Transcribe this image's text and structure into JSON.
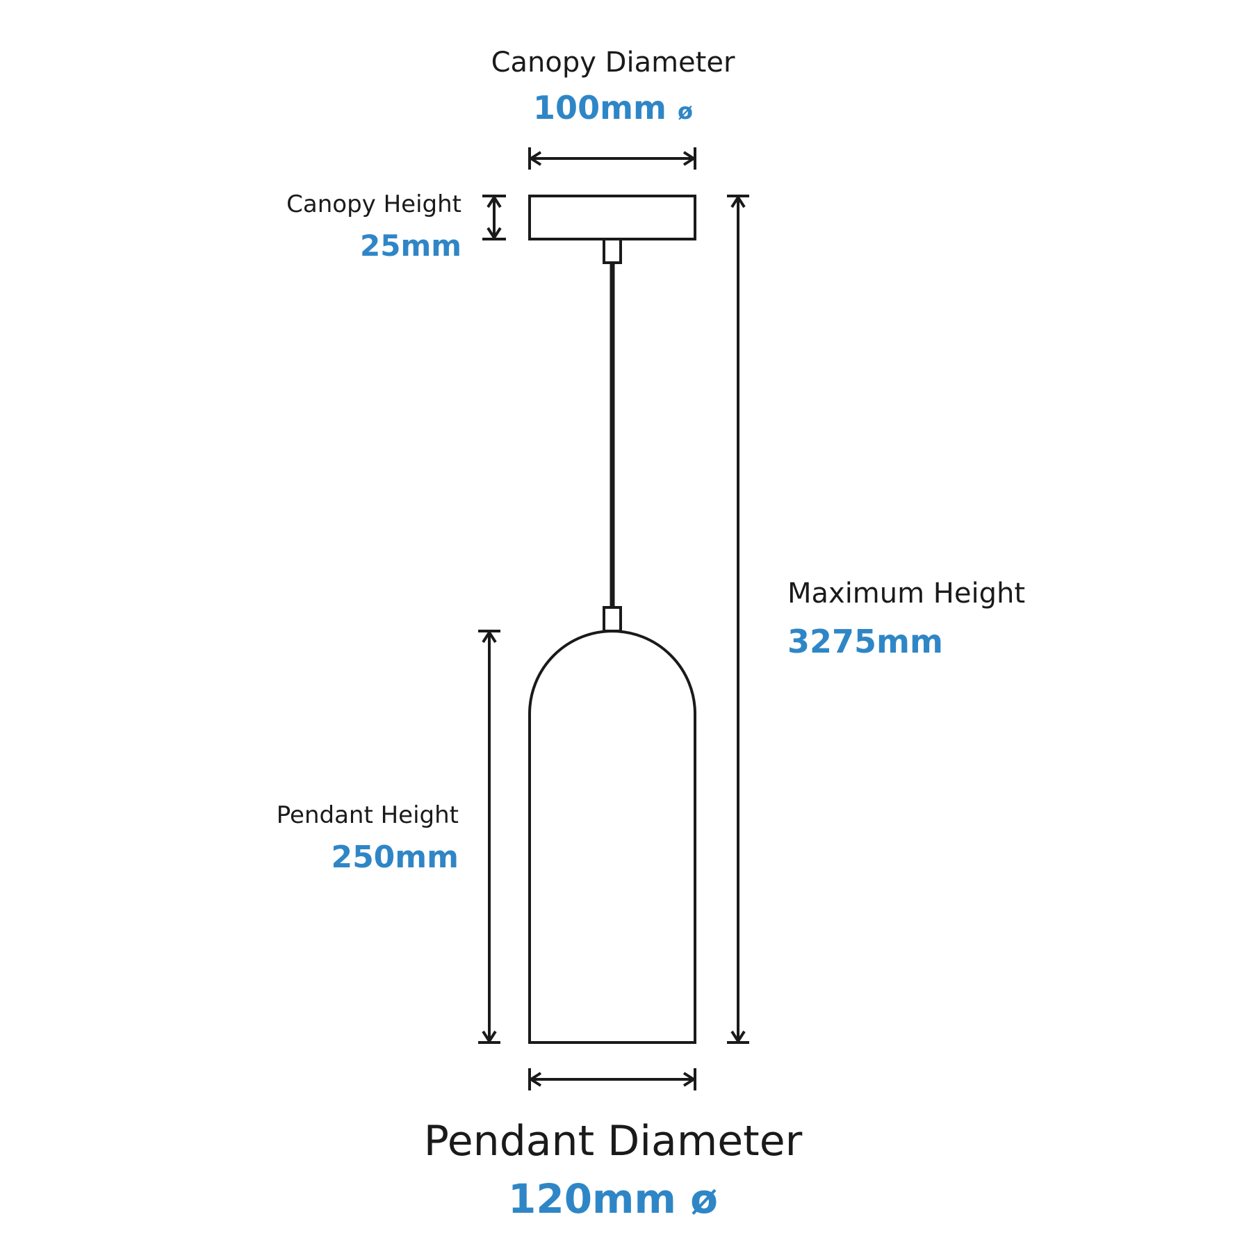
{
  "colors": {
    "line": "#1a1a1a",
    "label_text": "#1a1a1a",
    "value_accent": "#2f86c6",
    "background": "#ffffff"
  },
  "canopy_diameter": {
    "label": "Canopy Diameter",
    "value": "100mm",
    "symbol": "ø"
  },
  "canopy_height": {
    "label": "Canopy Height",
    "value": "25mm"
  },
  "maximum_height": {
    "label": "Maximum Height",
    "value": "3275mm"
  },
  "pendant_height": {
    "label": "Pendant Height",
    "value": "250mm"
  },
  "pendant_diameter": {
    "label": "Pendant Diameter",
    "value": "120mm",
    "symbol": "ø"
  }
}
